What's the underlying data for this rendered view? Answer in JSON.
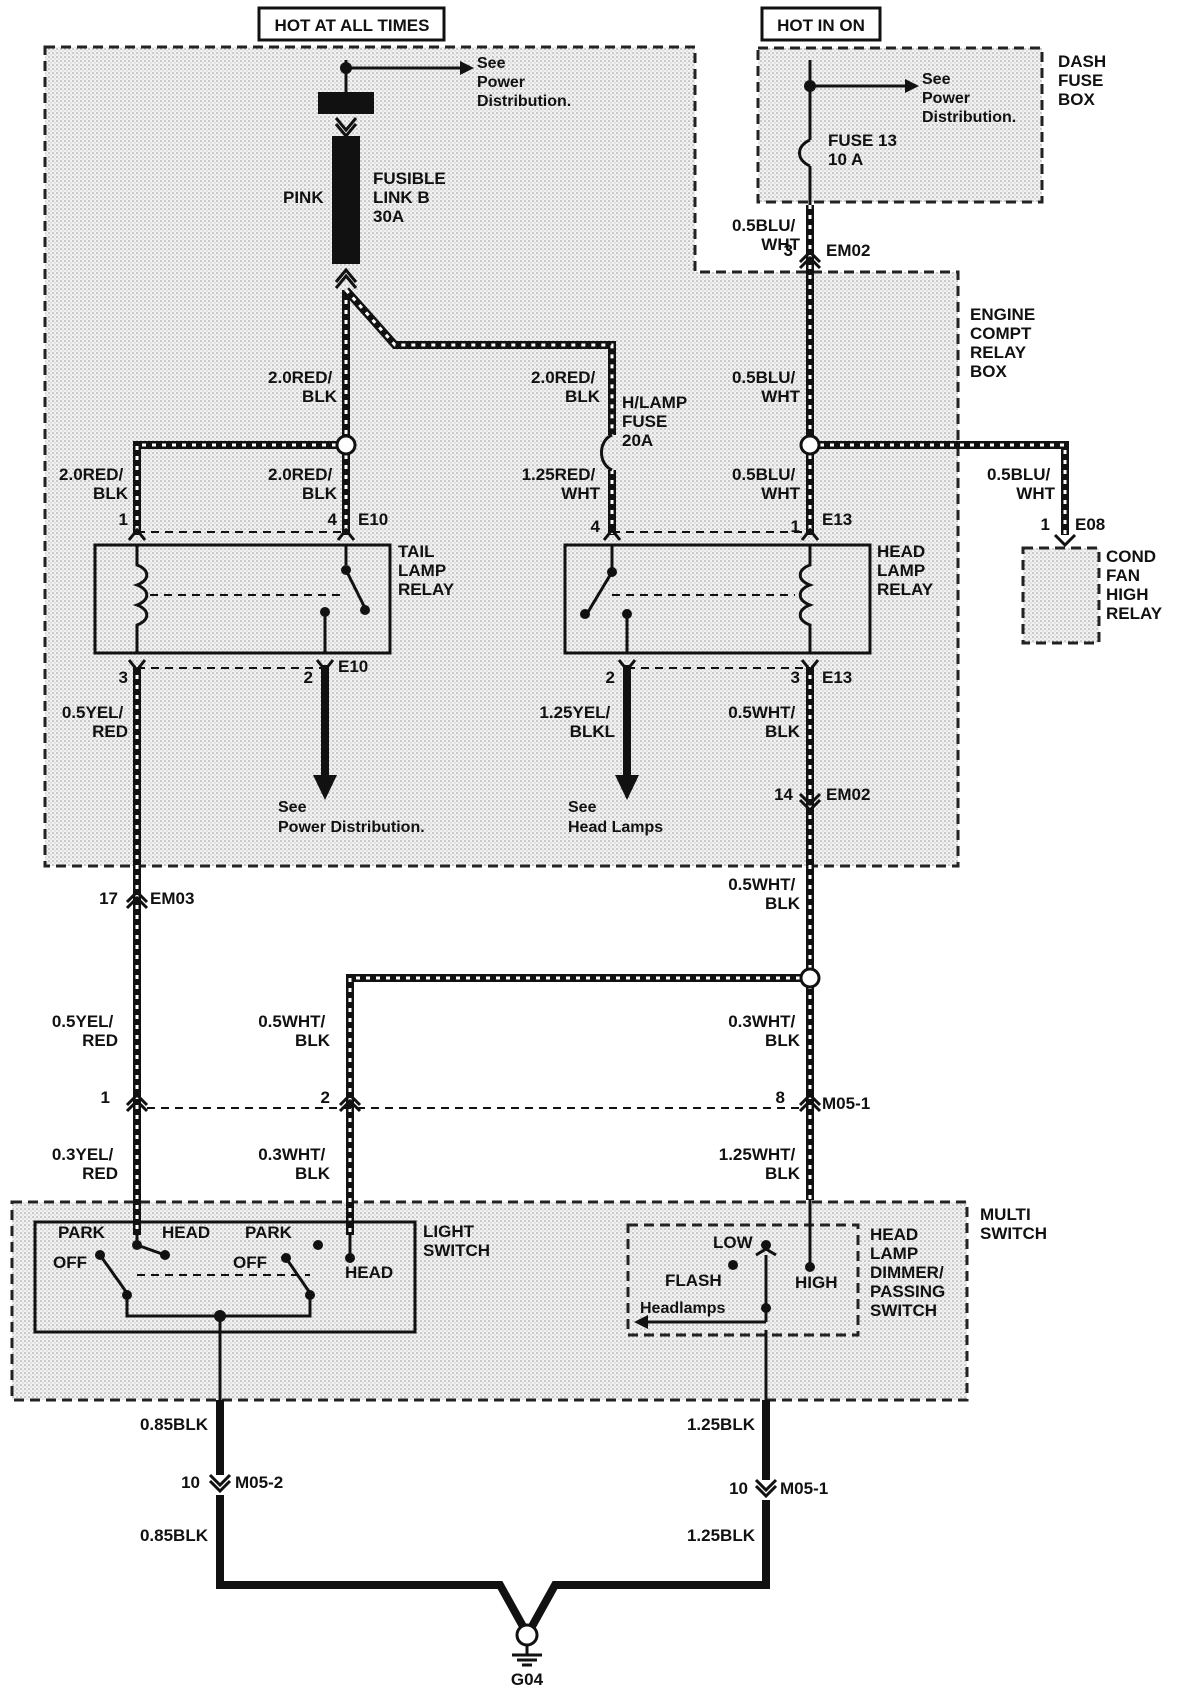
{
  "headers": {
    "hot_at_all_times": "HOT AT ALL TIMES",
    "hot_in_on": "HOT IN ON"
  },
  "boxes": {
    "dash_fuse_box": [
      "DASH",
      "FUSE",
      "BOX"
    ],
    "engine_compt_relay_box": [
      "ENGINE",
      "COMPT",
      "RELAY",
      "BOX"
    ],
    "multi_switch": [
      "MULTI",
      "SWITCH"
    ]
  },
  "references": {
    "see_power_distribution_top": [
      "See",
      "Power",
      "Distribution."
    ],
    "see_power_distribution_dash": [
      "See",
      "Power",
      "Distribution."
    ],
    "see_power_distribution_tail": [
      "See",
      "Power Distribution."
    ],
    "see_head_lamps": [
      "See",
      "Head Lamps"
    ]
  },
  "fuses": {
    "fusible_link": [
      "FUSIBLE",
      "LINK B",
      "30A"
    ],
    "fusible_link_color": "PINK",
    "fuse_13": [
      "FUSE 13",
      "10 A"
    ],
    "hlamp_fuse": [
      "H/LAMP",
      "FUSE",
      "20A"
    ]
  },
  "relays": {
    "tail_lamp": [
      "TAIL",
      "LAMP",
      "RELAY"
    ],
    "head_lamp": [
      "HEAD",
      "LAMP",
      "RELAY"
    ],
    "cond_fan_high": [
      "COND",
      "FAN",
      "HIGH",
      "RELAY"
    ]
  },
  "wires": {
    "w_red_blk_20_a": [
      "2.0RED/",
      "BLK"
    ],
    "w_red_blk_20_b": [
      "2.0RED/",
      "BLK"
    ],
    "w_red_blk_20_c": [
      "2.0RED/",
      "BLK"
    ],
    "w_red_blk_20_d": [
      "2.0RED/",
      "BLK"
    ],
    "w_red_wht_125": [
      "1.25RED/",
      "WHT"
    ],
    "w_blu_wht_05_a": [
      "0.5BLU/",
      "WHT"
    ],
    "w_blu_wht_05_b": [
      "0.5BLU/",
      "WHT"
    ],
    "w_blu_wht_05_c": [
      "0.5BLU/",
      "WHT"
    ],
    "w_blu_wht_05_d": [
      "0.5BLU/",
      "WHT"
    ],
    "w_yel_red_05_a": [
      "0.5YEL/",
      "RED"
    ],
    "w_yel_red_05_b": [
      "0.5YEL/",
      "RED"
    ],
    "w_yel_blk_125": [
      "1.25YEL/",
      "BLKL"
    ],
    "w_wht_blk_05_a": [
      "0.5WHT/",
      "BLK"
    ],
    "w_wht_blk_05_b": [
      "0.5WHT/",
      "BLK"
    ],
    "w_wht_blk_05_c": [
      "0.5WHT/",
      "BLK"
    ],
    "w_wht_blk_03_a": [
      "0.3WHT/",
      "BLK"
    ],
    "w_wht_blk_03_b": [
      "0.3WHT/",
      "BLK"
    ],
    "w_yel_red_03": [
      "0.3YEL/",
      "RED"
    ],
    "w_wht_blk_125": [
      "1.25WHT/",
      "BLK"
    ],
    "w_blk_085_a": "0.85BLK",
    "w_blk_085_b": "0.85BLK",
    "w_blk_125_a": "1.25BLK",
    "w_blk_125_b": "1.25BLK"
  },
  "connectors": {
    "em02": "EM02",
    "em03": "EM03",
    "e10": "E10",
    "e13": "E13",
    "e08": "E08",
    "m05_1": "M05-1",
    "m05_2": "M05-2",
    "g04": "G04"
  },
  "pins": {
    "p1": "1",
    "p2": "2",
    "p3": "3",
    "p4": "4",
    "p8": "8",
    "p10": "10",
    "p14": "14",
    "p17": "17"
  },
  "switches": {
    "light_switch": [
      "LIGHT",
      "SWITCH"
    ],
    "park": "PARK",
    "head": "HEAD",
    "off": "OFF",
    "dimmer": [
      "HEAD",
      "LAMP",
      "DIMMER/",
      "PASSING",
      "SWITCH"
    ],
    "low": "LOW",
    "high": "HIGH",
    "flash": "FLASH",
    "headlamps": "Headlamps"
  }
}
